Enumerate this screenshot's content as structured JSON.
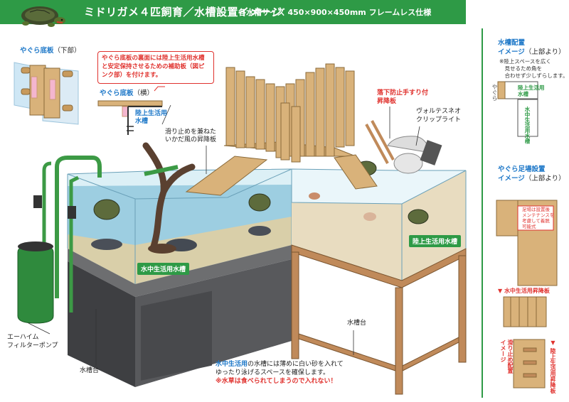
{
  "header": {
    "title": "ミドリガメ４匹飼育／水槽設置イメージ",
    "subtitle": "各水槽サイズ 450×900×450mm フレームレス仕様"
  },
  "inset_bottom": {
    "title": "やぐら底板",
    "title_suffix": "（下部）"
  },
  "inset_side": {
    "title": "やぐら底板",
    "title_suffix": "（横）",
    "tank_label": "陸上生活用\n水槽"
  },
  "callout": {
    "text": "やぐら底板の裏面には陸上生活用水槽と安定保持させるための補助板（図ピンク部）を付けます。"
  },
  "labels": {
    "ramp_water": "滑り止めを兼ねた\nいかだ風の昇降板",
    "fall_guard_line1": "落下防止手すり付",
    "fall_guard_line2": "昇降板",
    "light_line1": "ヴォルテスネオ",
    "light_line2": "クリップライト",
    "water_tank": "水中生活用水槽",
    "land_tank": "陸上生活用水槽",
    "filter_line1": "エーハイム",
    "filter_line2": "フィルターポンプ",
    "stand_left": "水槽台",
    "stand_right": "水槽台"
  },
  "bottom_note": {
    "highlight": "水中生活用",
    "line1_rest": "の水槽には薄めに白い砂を入れて",
    "line2": "ゆったり泳げるスペースを確保します。",
    "warning": "※水草は食べられてしまうので入れない！"
  },
  "side_panel": {
    "layout_title_1": "水槽配置",
    "layout_title_2": "イメージ",
    "layout_title_suffix": "（上部より）",
    "layout_note": "※陸上スペースを広く\n　見せるため角を\n　合わせず少しずらします。",
    "yagura": "やぐら",
    "land_tank": "陸上生活用\n水槽",
    "water_tank": "水中生活用水槽",
    "foot_title_1": "やぐら足場設置",
    "foot_title_2": "イメージ",
    "foot_title_suffix": "（上部より）",
    "foot_note": "足場は設置後\nメンテナンスを\n考慮して着脱\n可能式",
    "ramp_water_title": "▼ 水中生活用昇降板",
    "ramp_land_title": "▼ 陸上生活用昇降板",
    "nonslip": "滑り止め配置\nイメージ"
  },
  "colors": {
    "brand_green": "#2e9a46",
    "accent_blue": "#1e78c8",
    "accent_red": "#e0322e",
    "wood": "#d9b27a",
    "sand": "#e8dcc0"
  }
}
